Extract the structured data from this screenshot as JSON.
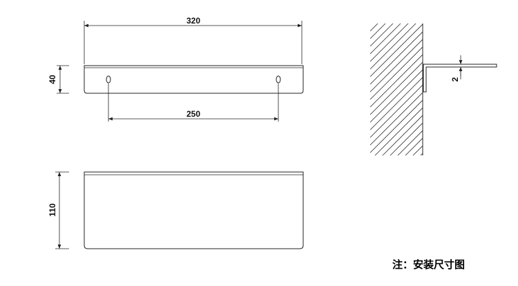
{
  "front_view": {
    "width_dim": "320",
    "height_dim": "40",
    "hole_spacing_dim": "250"
  },
  "top_view": {
    "depth_dim": "110"
  },
  "side_view": {
    "thickness_dim": "2"
  },
  "note": "注：安装尺寸图"
}
